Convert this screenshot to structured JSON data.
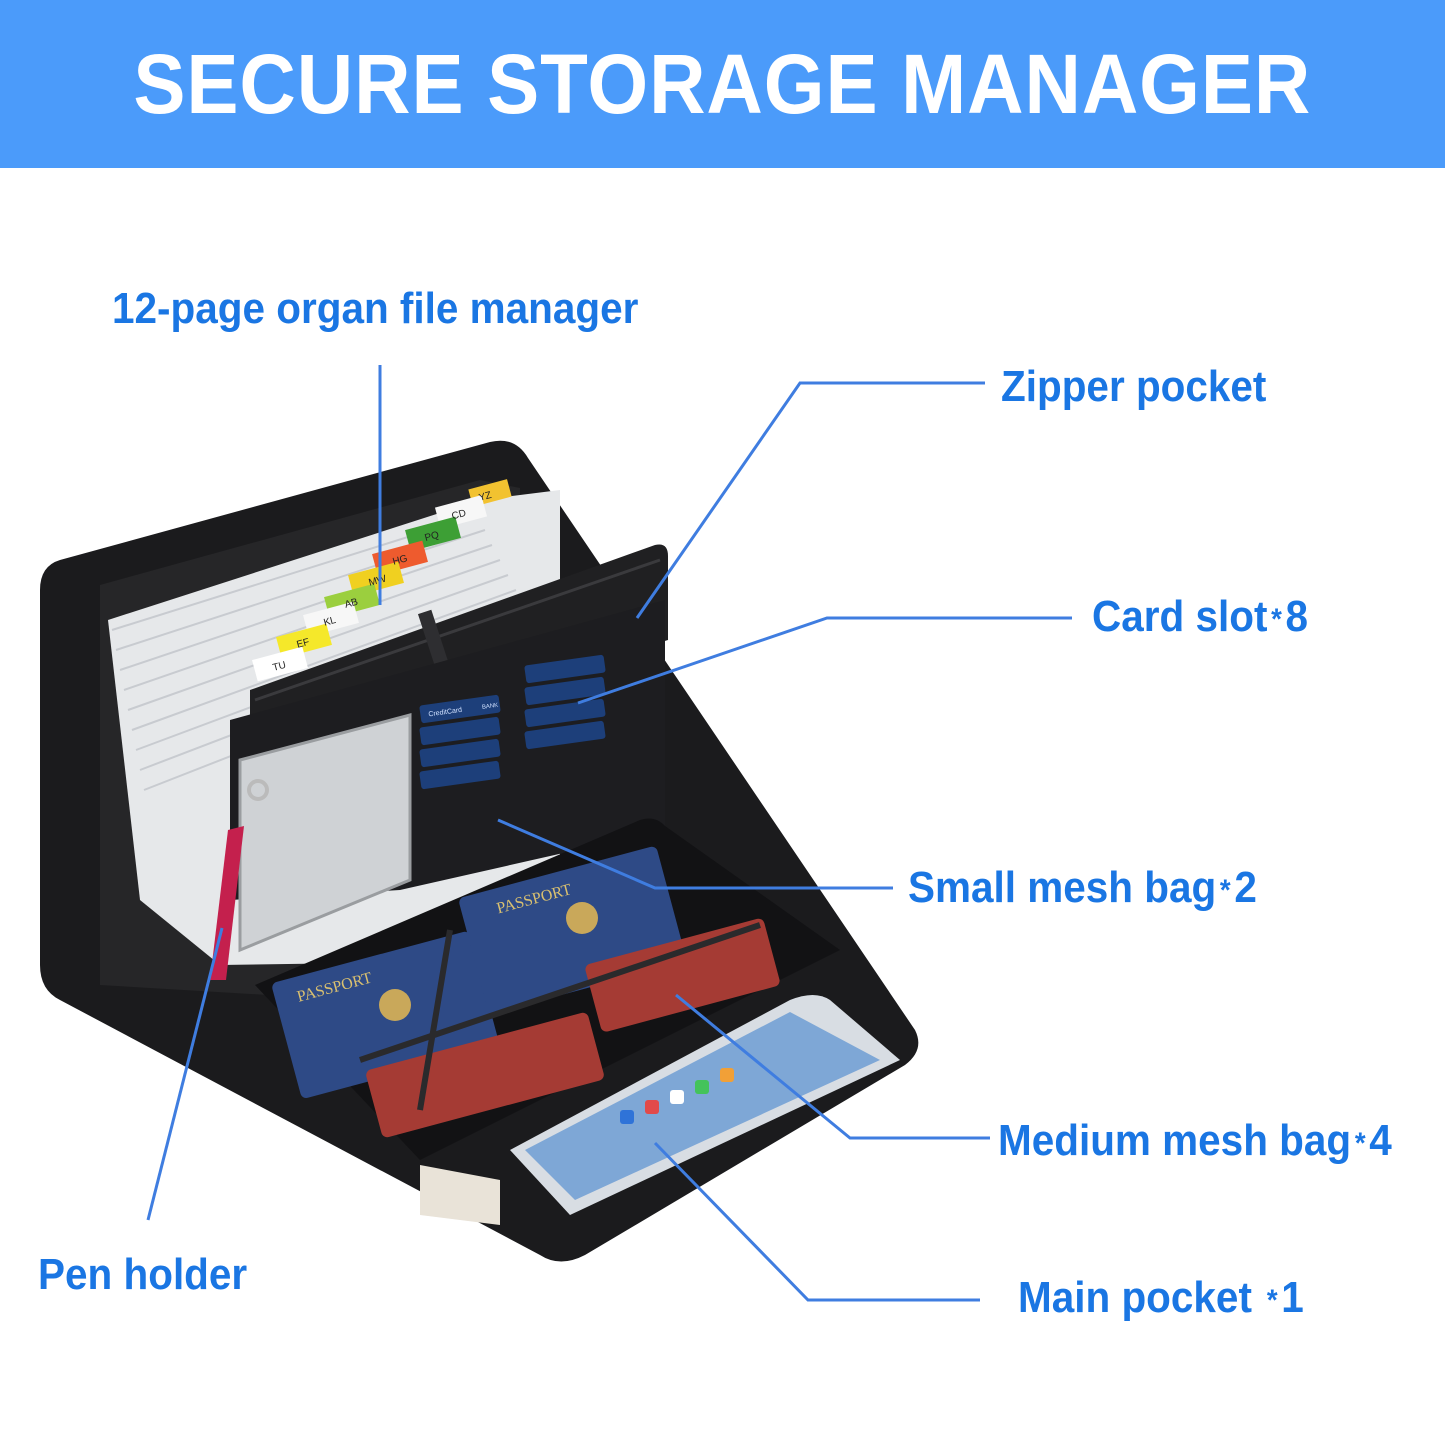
{
  "banner": {
    "title": "SECURE STORAGE MANAGER",
    "color": "#4b9bfa"
  },
  "accent_color": "#1a76e3",
  "callouts": {
    "file_manager": {
      "label": "12-page organ file manager"
    },
    "zipper_pocket": {
      "label": "Zipper pocket"
    },
    "card_slot": {
      "label": "Card slot",
      "sep": "*",
      "count": "8"
    },
    "small_mesh": {
      "label": "Small mesh bag",
      "sep": "*",
      "count": "2"
    },
    "medium_mesh": {
      "label": "Medium mesh bag",
      "sep": "*",
      "count": "4"
    },
    "main_pocket": {
      "label": "Main pocket ",
      "sep": "*",
      "count": "1"
    },
    "pen_holder": {
      "label": "Pen holder"
    }
  },
  "file_tabs": [
    "YZ",
    "CD",
    "PQ",
    "HG",
    "MW",
    "AB",
    "KL",
    "EF",
    "TU"
  ],
  "passport": {
    "label": "PASSPORT"
  },
  "cards": {
    "brand": "CreditCard",
    "bank": "BANK"
  }
}
